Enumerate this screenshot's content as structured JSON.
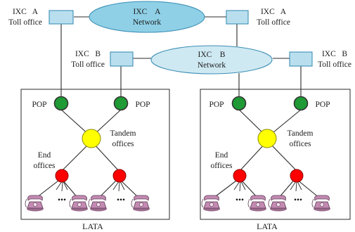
{
  "colors": {
    "toll_office_fill": "#b9dfee",
    "toll_office_stroke": "#3c8fb6",
    "ixc_a_cloud_fill": "#8fd0e6",
    "ixc_b_cloud_fill": "#cfe9f2",
    "cloud_stroke": "#3c8fb6",
    "pop_fill": "#1f9a35",
    "tandem_fill": "#ffff00",
    "end_office_fill": "#ff0000",
    "phone_fill": "#c48ab2",
    "line": "#2a2a2a"
  },
  "ixc_a": {
    "network_line1": "IXC    A",
    "network_line2": "Network",
    "toll_left_line1": "IXC   A",
    "toll_left_line2": "Toll office",
    "toll_right_line1": "IXC   A",
    "toll_right_line2": "Toll office"
  },
  "ixc_b": {
    "network_line1": "IXC    B",
    "network_line2": "Network",
    "toll_left_line1": "IXC   B",
    "toll_left_line2": "Toll office",
    "toll_right_line1": "IXC   B",
    "toll_right_line2": "Toll office"
  },
  "lata_left": {
    "pop_left": "POP",
    "pop_right": "POP",
    "tandem_line1": "Tandem",
    "tandem_line2": "offices",
    "end_line1": "End",
    "end_line2": "offices",
    "ellipsis1": "•••",
    "ellipsis2": "•••",
    "label": "LATA"
  },
  "lata_right": {
    "pop_left": "POP",
    "pop_right": "POP",
    "tandem_line1": "Tandem",
    "tandem_line2": "offices",
    "end_line1": "End",
    "end_line2": "offices",
    "ellipsis1": "•••",
    "ellipsis2": "•••",
    "label": "LATA"
  }
}
